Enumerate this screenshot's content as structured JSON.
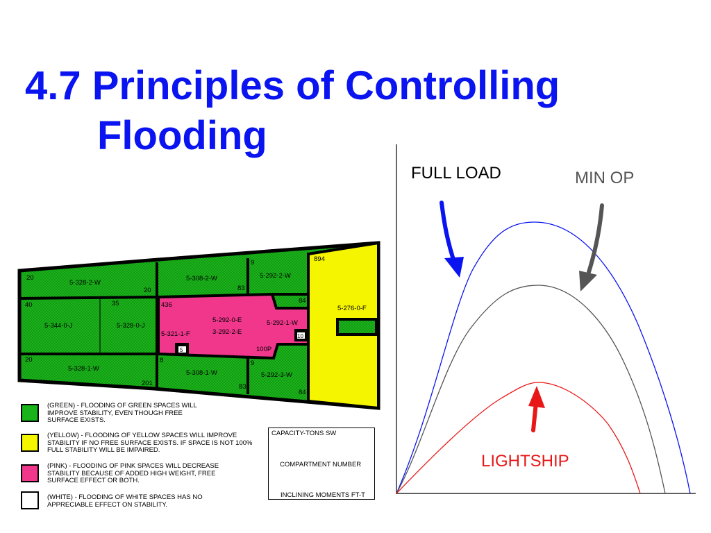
{
  "title": {
    "line1": "4.7 Principles of Controlling",
    "line2": "Flooding"
  },
  "compartments": {
    "c1": "5-328-2-W",
    "c2": "5-344-0-J",
    "c3": "5-328-0-J",
    "c4": "5-328-1-W",
    "c5": "5-308-2-W",
    "c6": "5-308-1-W",
    "c7": "5-292-2-W",
    "c8": "5-292-3-W",
    "c9": "5-292-0-E",
    "c10": "3-292-2-E",
    "c11": "5-321-1-F",
    "c12": "5-292-1-W",
    "c13": "5-276-0-F"
  },
  "numbers": {
    "n1": "20",
    "n2": "20",
    "n3": "40",
    "n4": "35",
    "n5": "20",
    "n6": "201",
    "n7": "83",
    "n8": "84",
    "n9": "83",
    "n10": "84",
    "n11": "436",
    "n12": "100P",
    "n13": "894",
    "n14": "8",
    "n15": "9",
    "n16": "9",
    "n17": "5",
    "n18": "10"
  },
  "legend": {
    "green": "(GREEN) - FLOODING OF GREEN SPACES WILL IMPROVE STABILITY, EVEN THOUGH FREE SURFACE EXISTS.",
    "yellow": "(YELLOW) - FLOODING OF YELLOW SPACES WILL IMPROVE STABILITY IF NO FREE SURFACE EXISTS. IF SPACE IS NOT 100% FULL STABILITY WILL BE IMPAIRED.",
    "pink": "(PINK) - FLOODING OF PINK SPACES WILL DECREASE STABILITY BECAUSE OF ADDED HIGH WEIGHT, FREE SURFACE EFFECT OR BOTH.",
    "white": "(WHITE) - FLOODING OF WHITE SPACES HAS NO APPRECIABLE EFFECT ON STABILITY."
  },
  "key": {
    "capacity": "CAPACITY-TONS SW",
    "compartment": "COMPARTMENT NUMBER",
    "moments": "INCLINING MOMENTS FT-T"
  },
  "curves": {
    "full_load": "FULL LOAD",
    "min_op": "MIN OP",
    "lightship": "LIGHTSHIP"
  },
  "colors": {
    "green": "#19b419",
    "yellow": "#f5f500",
    "pink": "#f0378c",
    "blue": "#0a14f0",
    "red": "#e81818",
    "gray": "#555555"
  }
}
